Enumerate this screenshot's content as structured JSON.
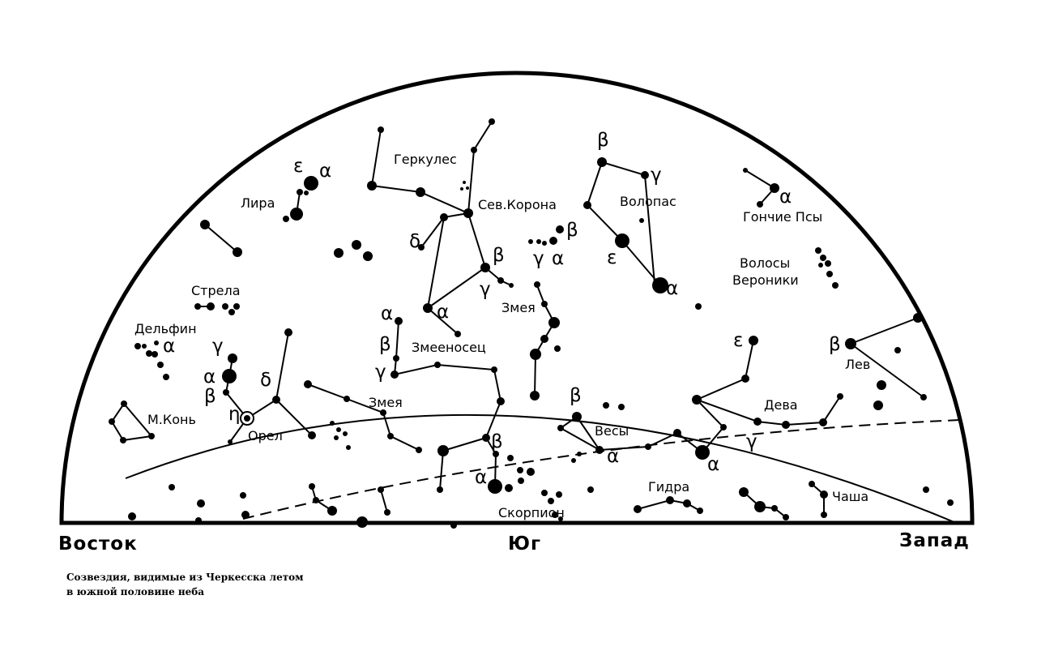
{
  "directions": {
    "east": "Восток",
    "south": "Юг",
    "west": "Запад"
  },
  "caption": {
    "line1": "Созвездия, видимые из Черкесска летом",
    "line2": "в южной половине неба"
  },
  "constellations": [
    "Геркулес",
    "Сев.Корона",
    "Волопас",
    "Гончие Псы",
    "Лира",
    "Волосы",
    "Вероники",
    "Стрела",
    "Змея",
    "Дельфин",
    "Змееносец",
    "Лев",
    "Змея",
    "М.Конь",
    "Орел",
    "Дева",
    "Весы",
    "Гидра",
    "Чаша",
    "Скорпион"
  ],
  "star_labels": [
    "ε",
    "α",
    "β",
    "γ",
    "δ",
    "α",
    "β",
    "γ",
    "α",
    "β",
    "ε",
    "α",
    "α",
    "α",
    "γ",
    "δ",
    "γ",
    "α",
    "β",
    "η",
    "α",
    "β",
    "γ",
    "ε",
    "β",
    "β",
    "β",
    "α",
    "α",
    "γ",
    "α"
  ]
}
